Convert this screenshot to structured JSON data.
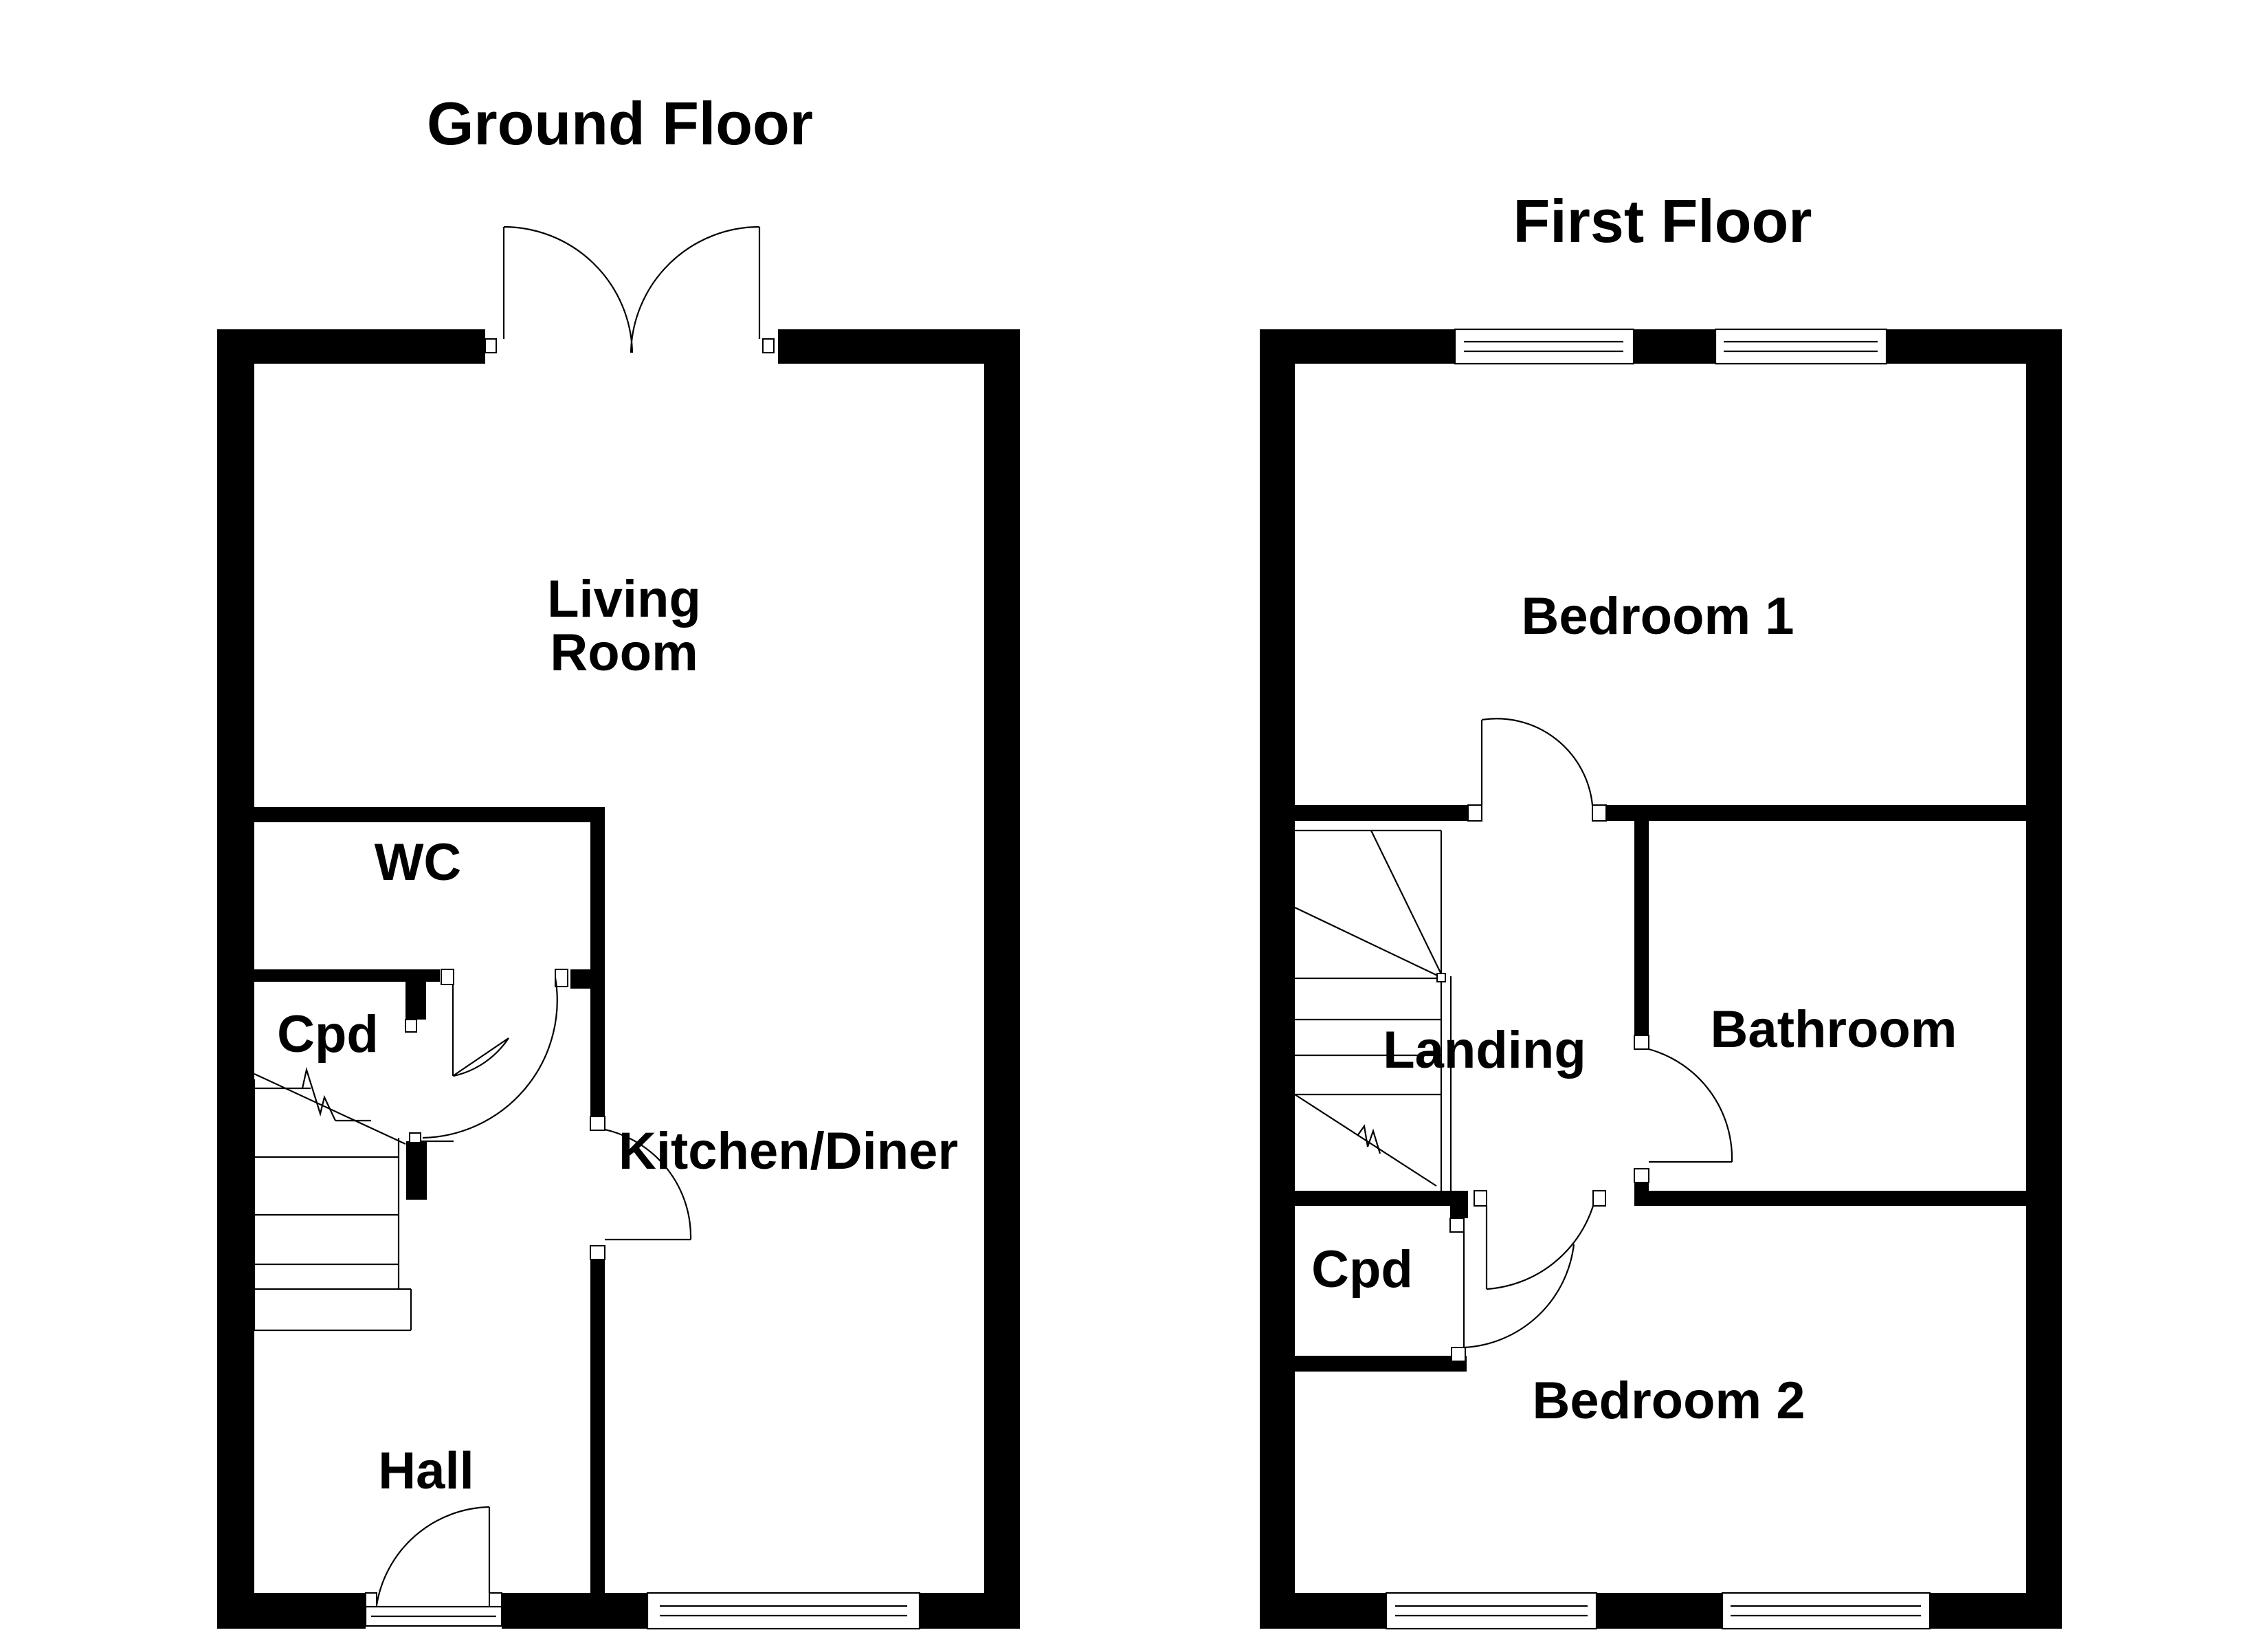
{
  "floors": [
    {
      "title": "Ground Floor",
      "rooms": {
        "living_line1": "Living",
        "living_line2": "Room",
        "wc": "WC",
        "cpd": "Cpd",
        "kitchen": "Kitchen/Diner",
        "hall": "Hall"
      }
    },
    {
      "title": "First Floor",
      "rooms": {
        "bedroom1": "Bedroom 1",
        "landing": "Landing",
        "bathroom": "Bathroom",
        "cpd": "Cpd",
        "bedroom2": "Bedroom 2"
      }
    }
  ],
  "colors": {
    "wall": "#000000",
    "background": "#ffffff"
  }
}
